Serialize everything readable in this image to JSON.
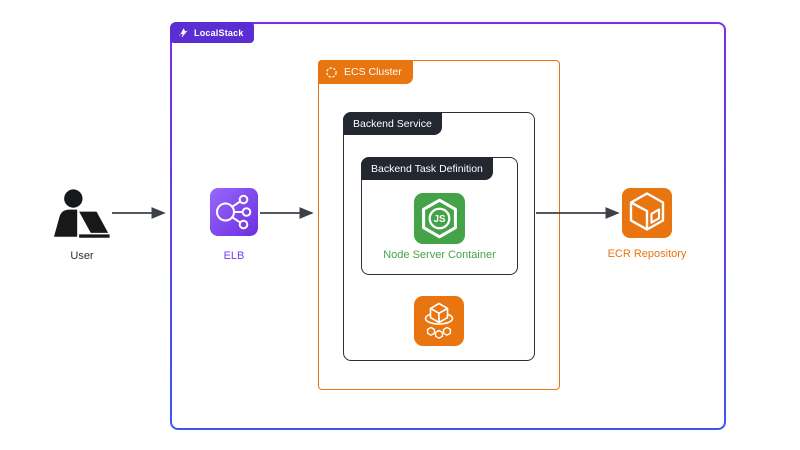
{
  "canvas": {
    "background": "#FFFFFF"
  },
  "localstack": {
    "label": "LocalStack",
    "badge_color": "#5B2ED3",
    "border_gradient_top": "#7C2EE8",
    "border_gradient_bottom": "#3D55F0"
  },
  "ecs_cluster": {
    "label": "ECS Cluster",
    "color": "#E8750F"
  },
  "backend_service": {
    "label": "Backend Service",
    "tag_color": "#23272F"
  },
  "backend_task_definition": {
    "label": "Backend Task Definition",
    "tag_color": "#23272F"
  },
  "node_container": {
    "label": "Node Server Container",
    "icon_text": "JS",
    "color": "#44A248"
  },
  "ecs_service_icon": {
    "color": "#E8750F"
  },
  "actors": {
    "user": {
      "label": "User",
      "color": "#17181A"
    },
    "elb": {
      "label": "ELB",
      "color": "#7B3BF2"
    },
    "ecr": {
      "label": "ECR Repository",
      "color": "#E8750F"
    }
  },
  "arrows": {
    "color": "#3C4049"
  }
}
